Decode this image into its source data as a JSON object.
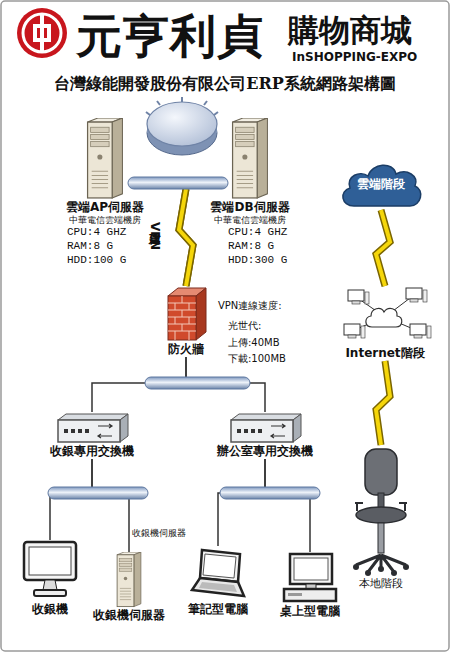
{
  "diagram": {
    "title": "台灣綠能開發股份有限公司ERP系統網路架構圖",
    "nodes": [
      {
        "text": [
          "雲端AP伺服器",
          "中華電信雲端機房",
          "CPU:4 GHZ",
          "RAM:8 G",
          "HDD:100 G"
        ]
      },
      {
        "text": [
          "雲端DB伺服器",
          "中華電信雲端機房",
          "CPU:4 GHZ",
          "RAM:8 G",
          "HDD:300 G"
        ]
      },
      {
        "text": [
          "雲端階段"
        ]
      },
      {
        "text": [
          "防火牆"
        ]
      },
      {
        "text": [
          "Internet階段"
        ]
      },
      {
        "text": [
          "收銀專用交換機"
        ]
      },
      {
        "text": [
          "辦公室專用交換機"
        ]
      },
      {
        "text": [
          "收銀機"
        ]
      },
      {
        "text": [
          "收銀機伺服器"
        ]
      },
      {
        "text": [
          "筆記型電腦"
        ]
      },
      {
        "text": [
          "桌上型電腦"
        ]
      },
      {
        "text": [
          "本地階段"
        ]
      }
    ],
    "edges": [
      {
        "from": 3,
        "to": 0,
        "arrow": "none"
      },
      {
        "from": 3,
        "to": 1,
        "arrow": "none"
      },
      {
        "from": 3,
        "to": 5,
        "arrow": "none"
      },
      {
        "from": 3,
        "to": 6,
        "arrow": "none"
      },
      {
        "from": 5,
        "to": 7,
        "arrow": "none"
      },
      {
        "from": 5,
        "to": 8,
        "arrow": "none"
      },
      {
        "from": 6,
        "to": 9,
        "arrow": "none"
      },
      {
        "from": 6,
        "to": 10,
        "arrow": "none"
      },
      {
        "from": 2,
        "to": 4,
        "arrow": "none"
      },
      {
        "from": 4,
        "to": 11,
        "arrow": "none"
      }
    ],
    "labels": [
      "元亨利貞",
      "購物商城",
      "InSHOPPING-EXPO",
      "自建VPN",
      "VPN連線速度:",
      "光世代:",
      "上傳:40MB",
      "下載:100MB",
      "收銀機伺服器"
    ]
  }
}
